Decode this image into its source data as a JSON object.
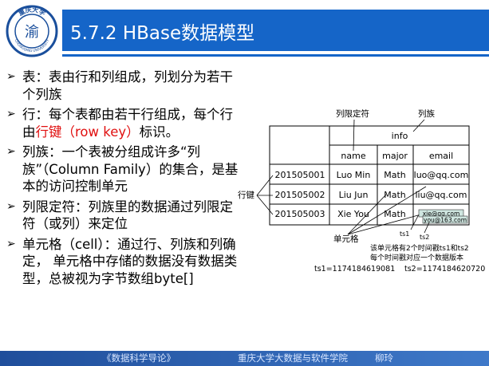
{
  "slide": {
    "title": "5.7.2 HBase数据模型"
  },
  "logo": {
    "text_top": "重庆大学",
    "text_bottom": "CHONGQING UNIVERSITY",
    "center_glyph": "渝"
  },
  "bullets": [
    {
      "parts": [
        {
          "text": "表：表由行和列组成，列划分为若干个列族",
          "color": "black"
        }
      ]
    },
    {
      "parts": [
        {
          "text": "行：每个表都由若干行组成，每个行由",
          "color": "black"
        },
        {
          "text": "行键（row key）",
          "color": "red"
        },
        {
          "text": "标识。",
          "color": "black"
        }
      ]
    },
    {
      "parts": [
        {
          "text": "列族：一个表被分组成许多“列族”（Column Family）的集合，是基本的访问控制单元",
          "color": "black"
        }
      ]
    },
    {
      "parts": [
        {
          "text": "列限定符：列族里的数据通过列限定符（或列）来定位",
          "color": "black"
        }
      ]
    },
    {
      "parts": [
        {
          "text": "单元格（cell）：通过行、列族和列确定， 单元格中存储的数据没有数据类型，总被视为字节数组byte[]",
          "color": "black"
        }
      ]
    }
  ],
  "diagram": {
    "label_qualifier": "列限定符",
    "label_family": "列族",
    "label_rowkey": "行键",
    "label_cell": "单元格",
    "family_name": "info",
    "columns": [
      "name",
      "major",
      "email"
    ],
    "rows": [
      {
        "key": "201505001",
        "name": "Luo Min",
        "major": "Math",
        "email": "luo@qq.com"
      },
      {
        "key": "201505002",
        "name": "Liu Jun",
        "major": "Math",
        "email": "liu@qq.com"
      },
      {
        "key": "201505003",
        "name": "Xie You",
        "major": "Math",
        "email_v1": "xie@qq.com",
        "email_v2": "you@163.com"
      }
    ],
    "t1": "ts1",
    "t2": "ts2",
    "note_line1": "该单元格有2个时间戳ts1和ts2",
    "note_line2": "每个时间戳对应一个数据版本",
    "ts1_value": "ts1=1174184619081",
    "ts2_value": "ts2=1174184620720"
  },
  "footer": {
    "book": "《数据科学导论》",
    "school": "重庆大学大数据与软件学院",
    "author": "柳玲"
  }
}
